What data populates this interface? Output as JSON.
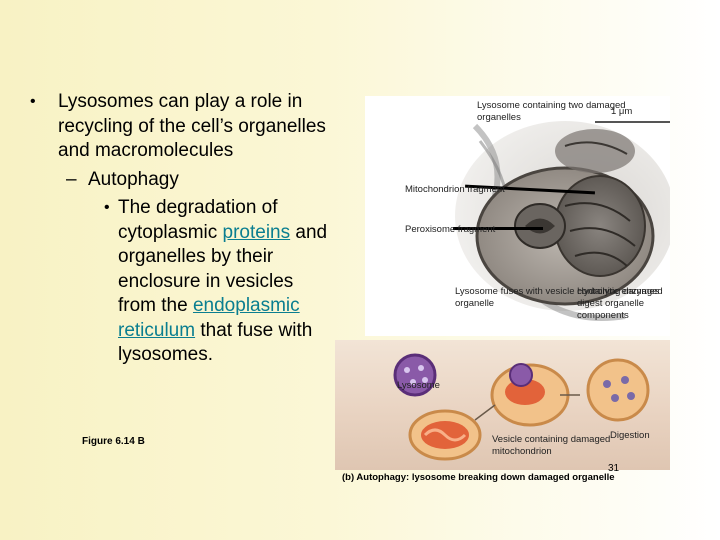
{
  "bullets": {
    "main": "Lysosomes can play a role in recycling of the cell’s organelles and macromolecules",
    "sub": "Autophagy",
    "detail_1": "The degradation of cytoplasmic ",
    "detail_link_1": "proteins",
    "detail_2": " and organelles by their enclosure in vesicles from the ",
    "detail_link_2": "endoplasmic reticulum",
    "detail_3": " that fuse with lysosomes."
  },
  "figure_caption": "Figure 6.14 B",
  "figure": {
    "label_lysosome_containing": "Lysosome containing two damaged organelles",
    "label_scale": "1 μm",
    "label_mitochondrion": "Mitochondrion fragment",
    "label_peroxisome": "Peroxisome fragment",
    "label_fuses": "Lysosome fuses with vesicle containing damaged organelle",
    "label_hydrolytic": "Hydrolytic enzymes digest organelle components",
    "label_lysosome": "Lysosome",
    "label_digestion": "Digestion",
    "label_vesicle": "Vesicle containing damaged mitochondrion",
    "bottom_caption": "(b) Autophagy: lysosome breaking down damaged organelle"
  },
  "page_number": "31"
}
